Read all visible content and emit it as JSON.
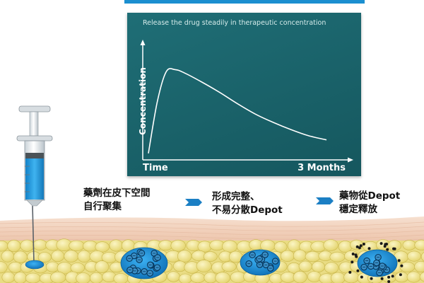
{
  "chart": {
    "subtitle": "Release the drug steadily in therapeutic concentration",
    "ylabel": "Concentration",
    "xlabel_start": "Time",
    "xlabel_end": "3 Months"
  },
  "chart_data": {
    "type": "line",
    "x": [
      0,
      0.05,
      0.1,
      0.15,
      0.2,
      0.3,
      0.4,
      0.5,
      0.6,
      0.7,
      0.8,
      0.9,
      1.0
    ],
    "series": [
      {
        "values": [
          0.05,
          0.55,
          0.84,
          0.86,
          0.83,
          0.74,
          0.64,
          0.53,
          0.43,
          0.35,
          0.28,
          0.22,
          0.18
        ]
      }
    ],
    "xlabel": "Time",
    "ylabel": "Concentration",
    "xtick_labels": [
      "Time",
      "3 Months"
    ],
    "grid": false
  },
  "stages": [
    {
      "line1": "藥劑在皮下空間",
      "line2": "自行聚集"
    },
    {
      "line1": "形成完整、",
      "line2": "不易分散Depot"
    },
    {
      "line1": "藥物從Depot",
      "line2": "穩定釋放"
    }
  ],
  "colors": {
    "panel": "#1a646b",
    "arrow": "#1b7fc4",
    "depot": "#1d8ed8",
    "fat": "#f1e58c",
    "skin": "#f2d3bf"
  },
  "icons": [
    "syringe-icon",
    "arrow-right-icon"
  ]
}
